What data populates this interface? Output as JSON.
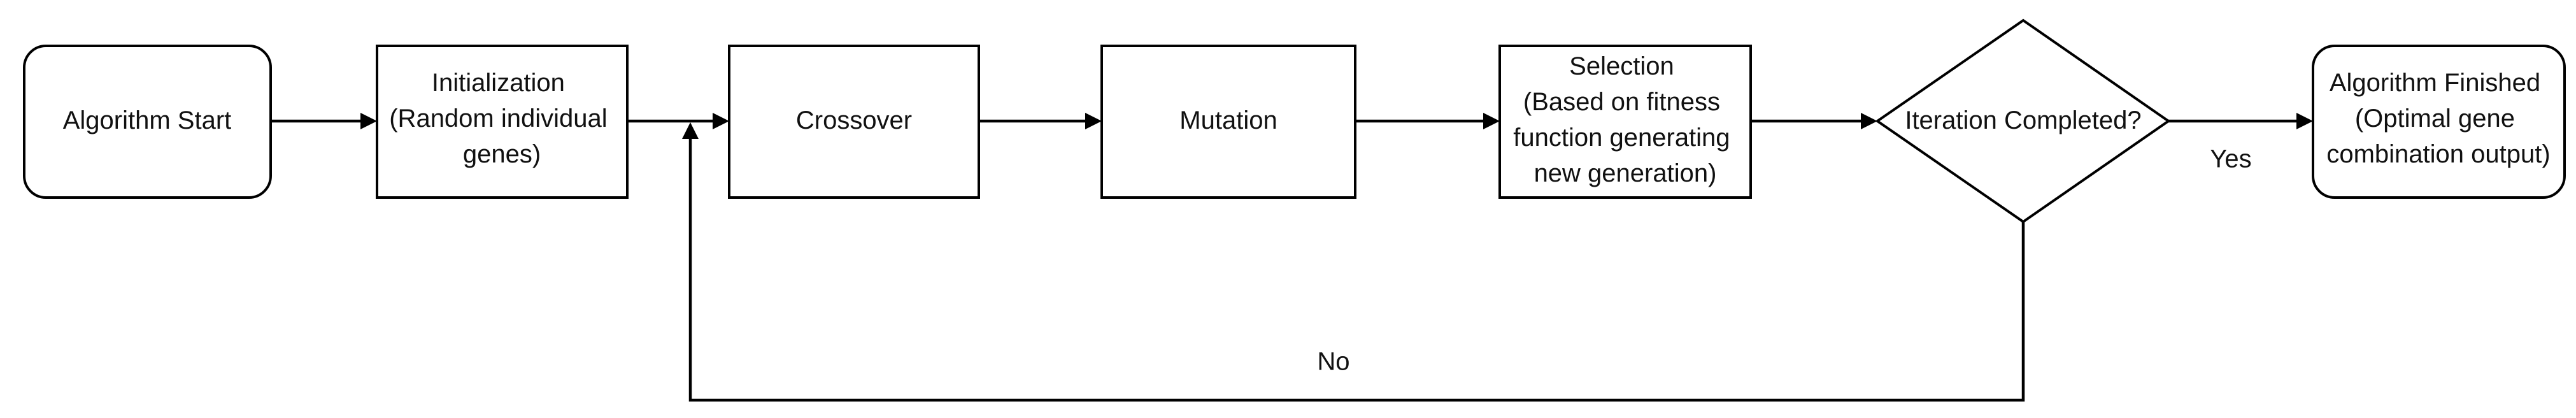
{
  "nodes": {
    "start": {
      "lines": [
        "Algorithm Start"
      ]
    },
    "init": {
      "lines": [
        "Initialization",
        "(Random individual",
        "genes)"
      ]
    },
    "crossover": {
      "lines": [
        "Crossover"
      ]
    },
    "mutation": {
      "lines": [
        "Mutation"
      ]
    },
    "selection": {
      "lines": [
        "Selection",
        "(Based on fitness",
        "function generating",
        "new generation)"
      ]
    },
    "decision": {
      "lines": [
        "Iteration Completed?"
      ]
    },
    "finish": {
      "lines": [
        "Algorithm Finished",
        "(Optimal gene",
        "combination output)"
      ]
    }
  },
  "edges": {
    "yes_label": "Yes",
    "no_label": "No"
  },
  "colors": {
    "stroke": "#000000",
    "text": "#111111",
    "fill": "#ffffff"
  }
}
